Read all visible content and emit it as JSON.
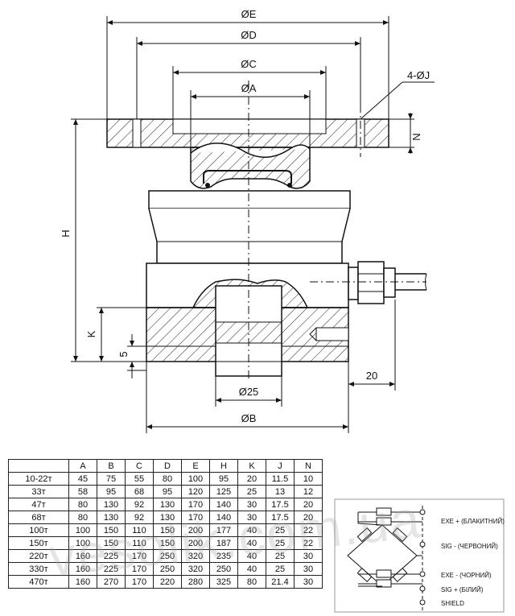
{
  "dimensions": {
    "diam_e": "ØE",
    "diam_d": "ØD",
    "diam_c": "ØC",
    "diam_a": "ØA",
    "holes": "4-ØJ",
    "n": "N",
    "h": "H",
    "k": "K",
    "five": "5",
    "twenty": "20",
    "diam_25": "Ø25",
    "diam_b": "ØB"
  },
  "table": {
    "headers": [
      "",
      "A",
      "B",
      "C",
      "D",
      "E",
      "H",
      "K",
      "J",
      "N"
    ],
    "rows": [
      [
        "10-22т",
        "45",
        "75",
        "55",
        "80",
        "100",
        "95",
        "20",
        "11.5",
        "10"
      ],
      [
        "33т",
        "58",
        "95",
        "68",
        "95",
        "120",
        "125",
        "25",
        "13",
        "12"
      ],
      [
        "47т",
        "80",
        "130",
        "92",
        "130",
        "170",
        "140",
        "30",
        "17.5",
        "20"
      ],
      [
        "68т",
        "80",
        "130",
        "92",
        "130",
        "170",
        "140",
        "30",
        "17.5",
        "20"
      ],
      [
        "100т",
        "100",
        "150",
        "110",
        "150",
        "200",
        "177",
        "40",
        "25",
        "22"
      ],
      [
        "150т",
        "100",
        "150",
        "110",
        "150",
        "200",
        "187",
        "40",
        "25",
        "22"
      ],
      [
        "220т",
        "160",
        "225",
        "170",
        "250",
        "320",
        "235",
        "40",
        "25",
        "30"
      ],
      [
        "330т",
        "160",
        "225",
        "170",
        "250",
        "320",
        "250",
        "40",
        "25",
        "30"
      ],
      [
        "470т",
        "160",
        "270",
        "170",
        "220",
        "280",
        "325",
        "80",
        "21.4",
        "30"
      ]
    ]
  },
  "wiring": {
    "exe_plus": "EXE + (БЛАКИТНИЙ)",
    "sig_minus": "SIG - (ЧЕРВОНИЙ)",
    "exe_minus": "EXE - (ЧОРНИЙ)",
    "sig_plus": "SIG + (БІЛИЙ)",
    "shield": "SHIELD"
  },
  "watermark": "vesolik.com.ua"
}
